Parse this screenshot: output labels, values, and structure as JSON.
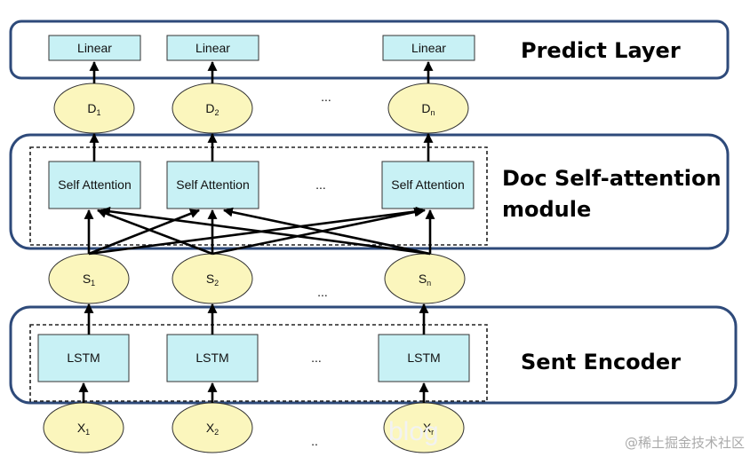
{
  "layers": {
    "predict": {
      "title": "Predict Layer",
      "box_label": "Linear"
    },
    "doc": {
      "title_line1": "Doc Self-attention",
      "title_line2": "module",
      "box_label": "Self Attention"
    },
    "sent": {
      "title": "Sent Encoder",
      "box_label": "LSTM"
    }
  },
  "nodes": {
    "d": [
      {
        "base": "D",
        "sub": "1"
      },
      {
        "base": "D",
        "sub": "2"
      },
      {
        "base": "D",
        "sub": "n"
      }
    ],
    "s": [
      {
        "base": "S",
        "sub": "1"
      },
      {
        "base": "S",
        "sub": "2"
      },
      {
        "base": "S",
        "sub": "n"
      }
    ],
    "x": [
      {
        "base": "X",
        "sub": "1"
      },
      {
        "base": "X",
        "sub": "2"
      },
      {
        "base": "X",
        "sub": "r"
      }
    ]
  },
  "ellipsis": "...",
  "ellipsis_short": "..",
  "watermark": "@稀土掘金技术社区",
  "overlay_text": "blog",
  "colors": {
    "panel_border": "#2e4a7a",
    "box_fill": "#c8f1f5",
    "node_fill": "#fbf6bd"
  }
}
